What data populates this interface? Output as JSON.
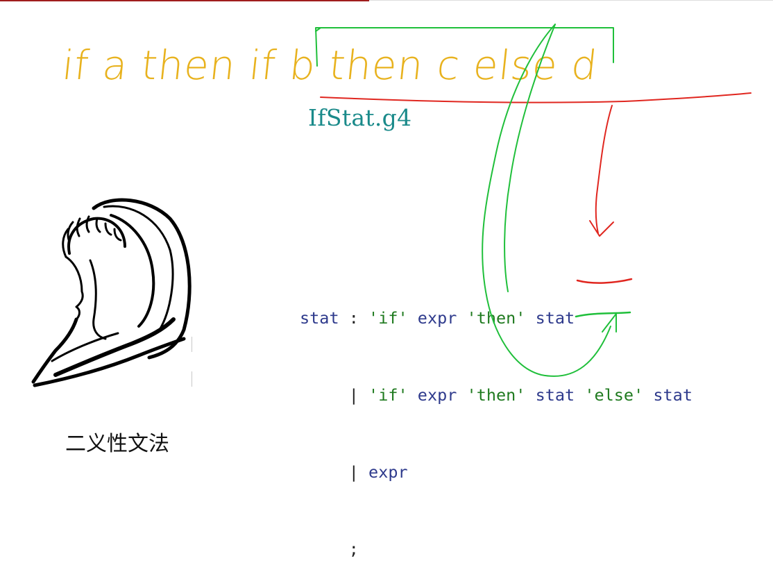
{
  "colors": {
    "top_rule": "#a01d1d",
    "title": "#1a8a8a",
    "handwriting": "#e8b21e",
    "red_pen": "#e0261f",
    "green_pen": "#1fbf3a"
  },
  "slide": {
    "title": "IfStat.g4",
    "handwritten": "if a then if b then c else d",
    "caption": "二义性文法"
  },
  "code": {
    "lines": [
      [
        "stat",
        " : ",
        "'if'",
        " ",
        "expr",
        " ",
        "'then'",
        " ",
        "stat",
        "",
        "",
        "",
        ""
      ],
      [
        "",
        "     | ",
        "'if'",
        " ",
        "expr",
        " ",
        "'then'",
        " ",
        "stat",
        " ",
        "'else'",
        " ",
        "stat"
      ],
      [
        "",
        "     | ",
        "expr",
        "",
        "",
        "",
        "",
        "",
        "",
        "",
        "",
        "",
        ""
      ],
      [
        "",
        "     ;",
        "",
        "",
        "",
        "",
        "",
        "",
        "",
        "",
        "",
        "",
        ""
      ]
    ]
  },
  "icons": {
    "figure": "hooded-face-icon"
  }
}
